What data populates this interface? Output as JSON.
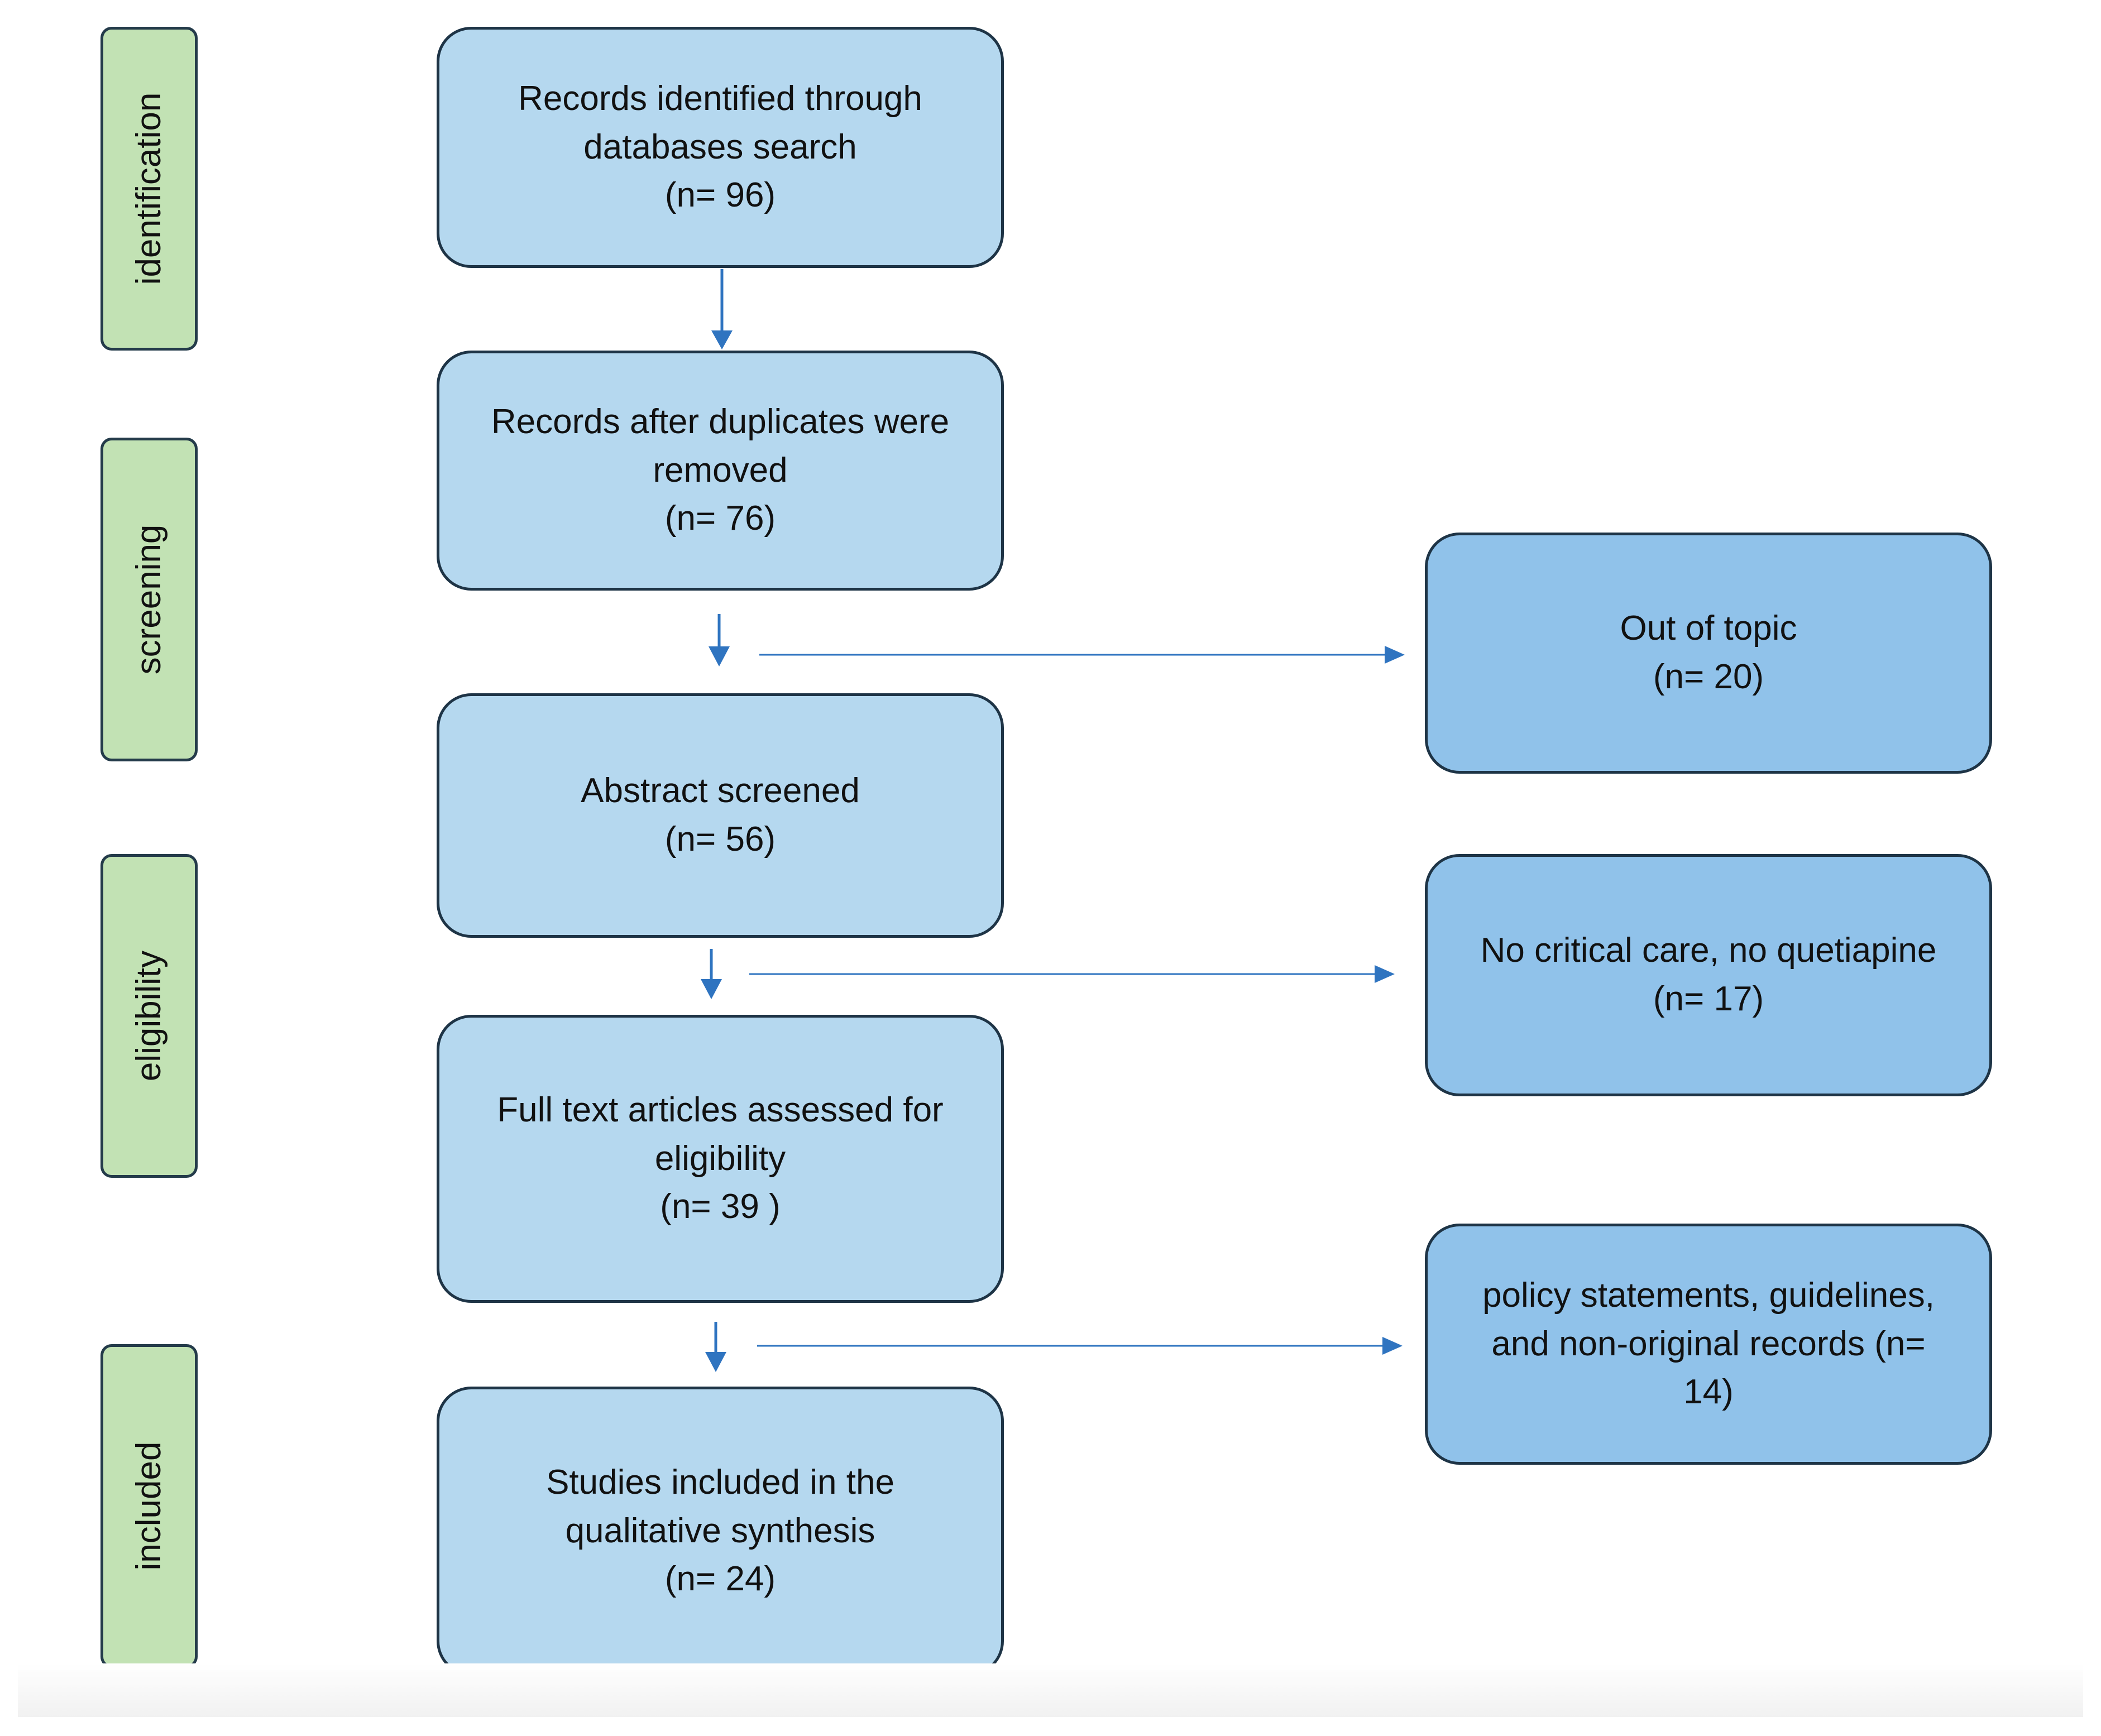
{
  "stages": [
    {
      "label": "identification"
    },
    {
      "label": "screening"
    },
    {
      "label": "eligibility"
    },
    {
      "label": "included"
    }
  ],
  "main_boxes": [
    {
      "text": "Records identified through\ndatabases search\n(n= 96)"
    },
    {
      "text": "Records after duplicates were\nremoved\n(n= 76)"
    },
    {
      "text": "Abstract screened\n(n= 56)"
    },
    {
      "text": "Full text articles assessed for\neligibility\n(n= 39 )"
    },
    {
      "text": "Studies included in the\nqualitative synthesis\n(n= 24)"
    }
  ],
  "exclusion_boxes": [
    {
      "text": "Out of topic\n(n= 20)"
    },
    {
      "text": "No critical care, no quetiapine\n(n= 17)"
    },
    {
      "text": "policy statements, guidelines,\nand non-original records (n=\n14)"
    }
  ],
  "colors": {
    "stage_fill": "#c2e2b4",
    "main_box_fill": "#b5d8ef",
    "exclusion_box_fill": "#90c2ea",
    "arrow": "#2f74c0",
    "border": "#1e3446"
  }
}
